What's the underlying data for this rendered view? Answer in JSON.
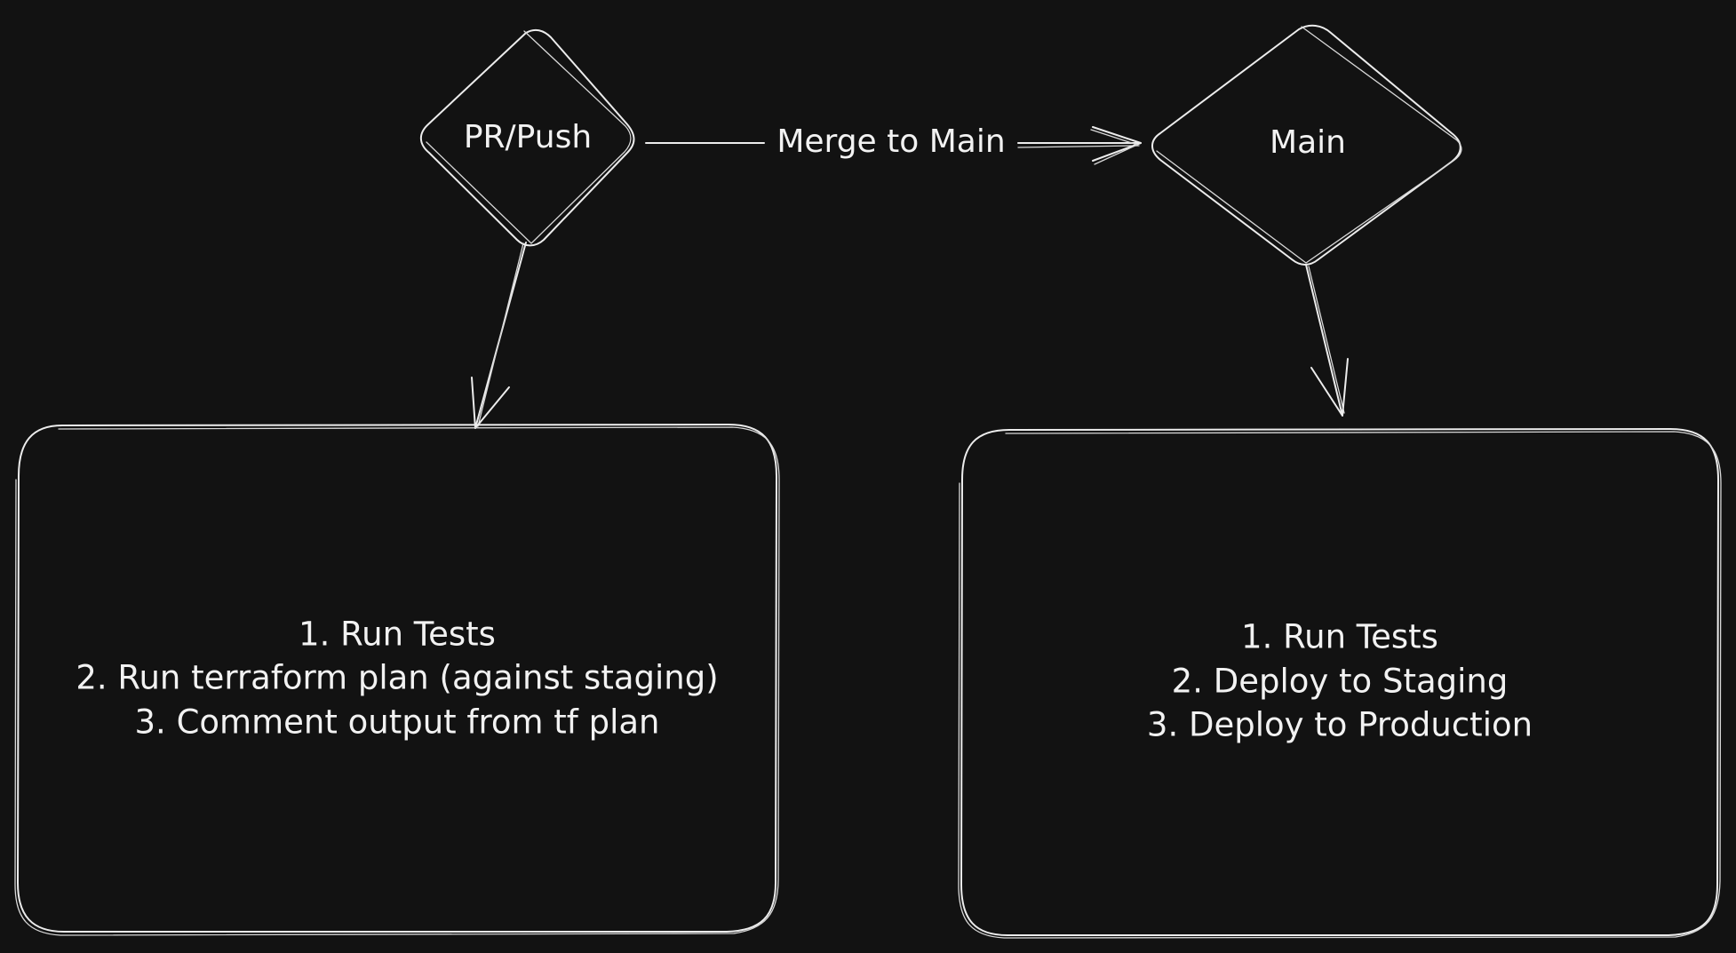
{
  "diagram": {
    "nodes": {
      "pr_push": {
        "label": "PR/Push"
      },
      "main": {
        "label": "Main"
      }
    },
    "edges": {
      "merge": {
        "label": "Merge to Main"
      }
    },
    "pr_box": {
      "steps": [
        "1. Run Tests",
        "2. Run terraform plan (against staging)",
        "3. Comment output from tf plan"
      ]
    },
    "main_box": {
      "steps": [
        "1. Run Tests",
        "2. Deploy to Staging",
        "3. Deploy to Production"
      ]
    },
    "colors": {
      "background": "#121212",
      "stroke": "#ececec",
      "text": "#f2f2f2"
    }
  }
}
